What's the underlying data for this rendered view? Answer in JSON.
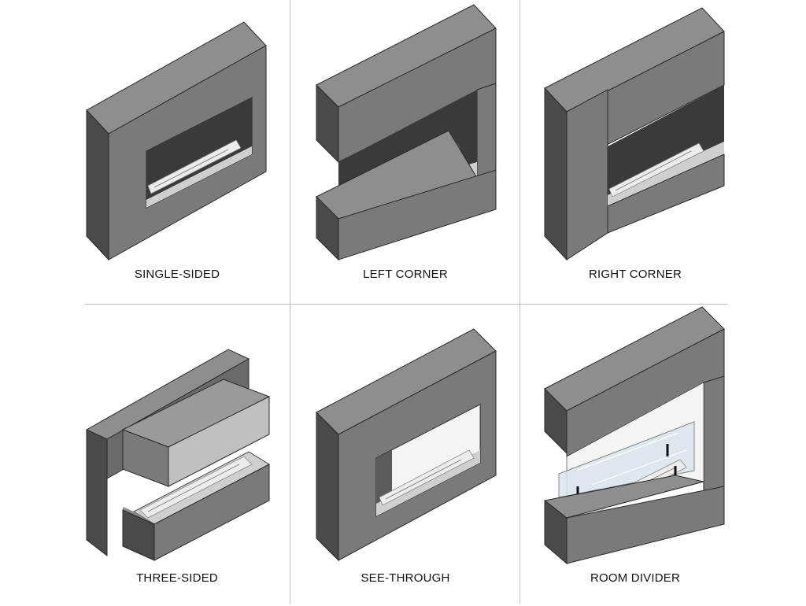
{
  "title": "",
  "colors": {
    "front": "#7a7a7a",
    "side": "#4a4a4a",
    "top": "#8e8e8e",
    "cavity_back": "#3a3a3a",
    "cavity_floor": "#cfcfcf",
    "burner": "#ececec",
    "outline": "#2a2a2a",
    "light_face": "#c0c0c0",
    "divider_line": "#bdbdbd",
    "caption_text": "#111111",
    "glass": "#d9e6ee"
  },
  "panels": [
    {
      "label": "SINGLE-SIDED",
      "icon": "single-sided-fireplace-icon"
    },
    {
      "label": "LEFT CORNER",
      "icon": "left-corner-fireplace-icon"
    },
    {
      "label": "RIGHT CORNER",
      "icon": "right-corner-fireplace-icon"
    },
    {
      "label": "THREE-SIDED",
      "icon": "three-sided-fireplace-icon"
    },
    {
      "label": "SEE-THROUGH",
      "icon": "see-through-fireplace-icon"
    },
    {
      "label": "ROOM DIVIDER",
      "icon": "room-divider-fireplace-icon"
    }
  ]
}
